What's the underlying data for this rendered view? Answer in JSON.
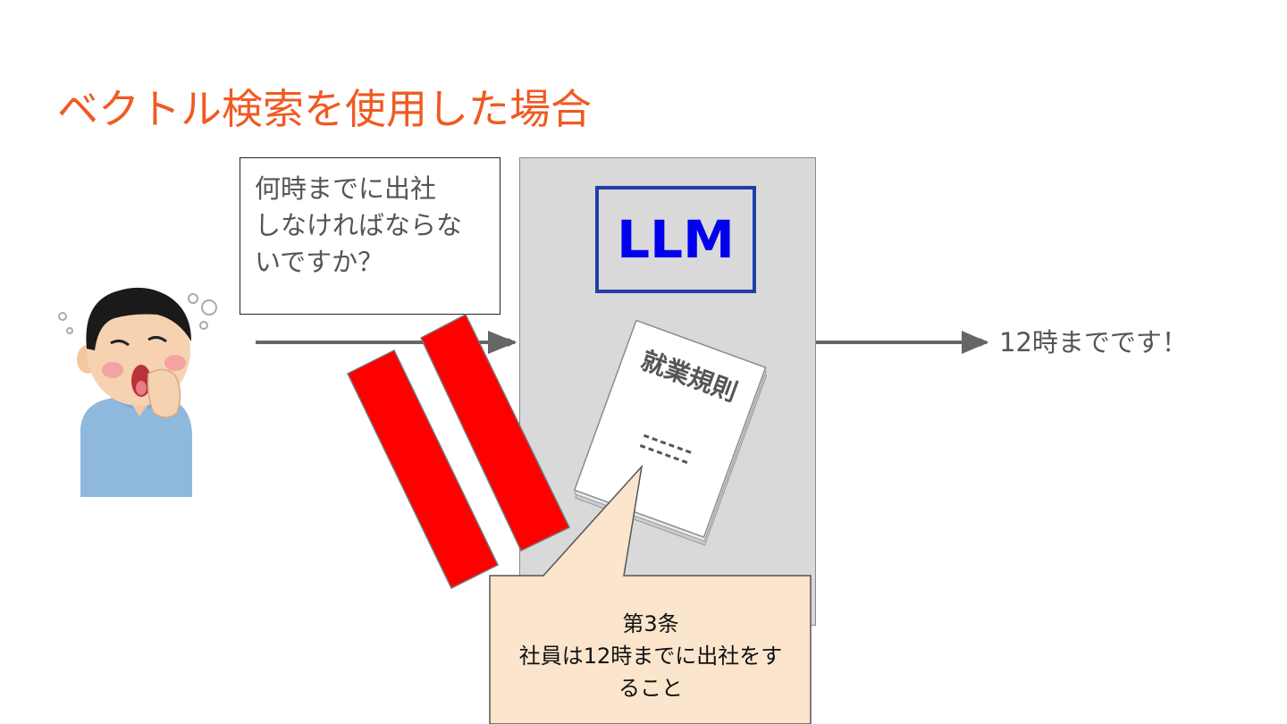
{
  "title": "ベクトル検索を使用した場合",
  "question": {
    "lines": [
      "何時までに出社",
      "しなければならな",
      "いですか？"
    ]
  },
  "llm": {
    "label": "LLM"
  },
  "document": {
    "title": "就業規則"
  },
  "callout": {
    "lines": [
      "第3条",
      "社員は12時までに出社をす",
      "ること"
    ]
  },
  "answer": "12時までです！",
  "colors": {
    "title": "#f05a22",
    "llm_border": "#1f3fa8",
    "llm_text": "#0000ee",
    "block": "#ff0000",
    "callout_fill": "#fbe5cd",
    "panel": "#d9d9d9",
    "arrow": "#666666"
  },
  "icons": {
    "person": "yawning-person-icon",
    "document": "rulebook-icon",
    "blocked": "blocked-bars-icon"
  }
}
